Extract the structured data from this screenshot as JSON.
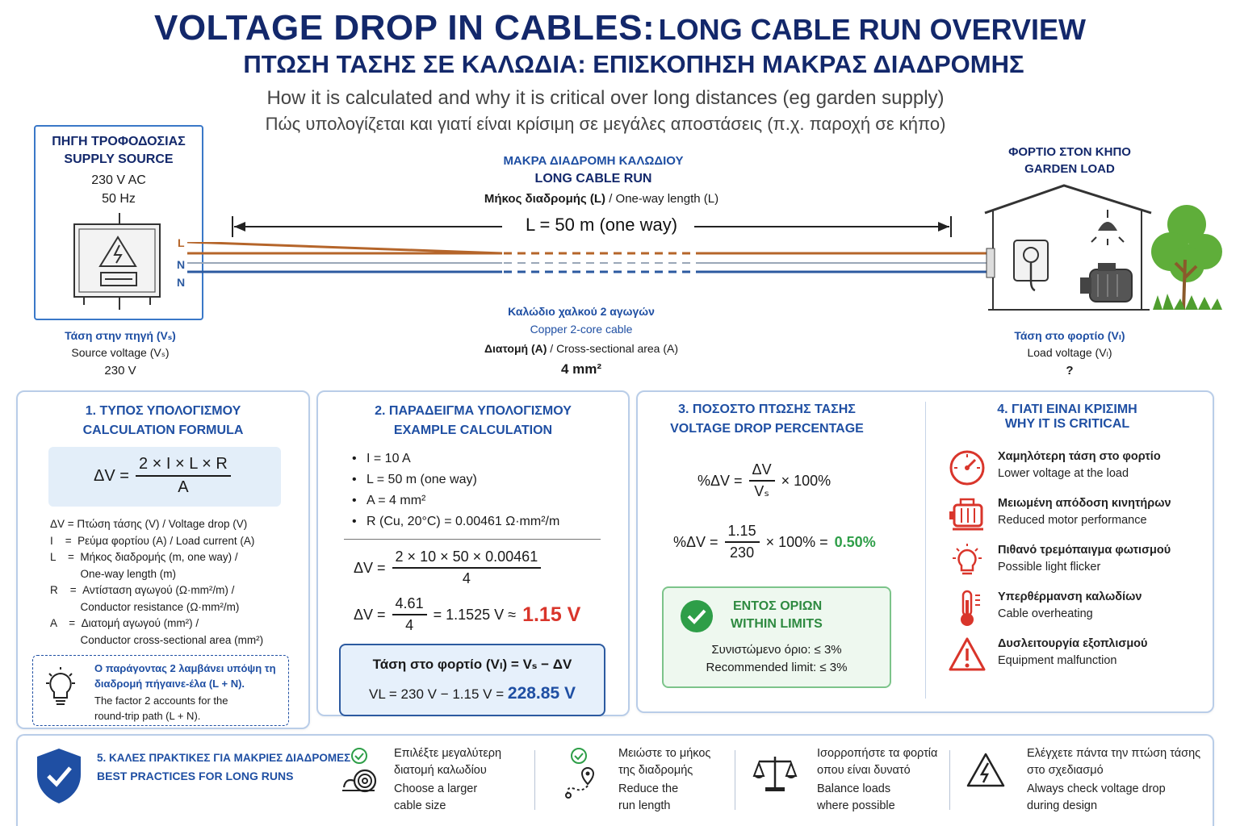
{
  "title": {
    "main": "VOLTAGE DROP IN CABLES:",
    "main_tail": "LONG CABLE RUN OVERVIEW",
    "greek": "ΠΤΩΣΗ ΤΑΣΗΣ ΣΕ ΚΑΛΩΔΙΑ: ΕΠΙΣΚΟΠΗΣΗ ΜΑΚΡΑΣ ΔΙΑΔΡΟΜΗΣ",
    "sub_en": "How it is calculated and why it is critical over long distances (eg garden supply)",
    "sub_gr": "Πώς υπολογίζεται και γιατί είναι κρίσιμη σε μεγάλες αποστάσεις (π.χ. παροχή σε κήπο)"
  },
  "supply": {
    "title_gr": "ΠΗΓΗ ΤΡΟΦΟΔΟΣΙΑΣ",
    "title_en": "SUPPLY SOURCE",
    "voltage": "230 V AC",
    "freq": "50 Hz",
    "line_l": "L",
    "line_n1": "N",
    "line_n2": "N",
    "src_label_gr": "Τάση στην πηγή (Vₛ)",
    "src_label_en": "Source voltage (Vₛ)",
    "src_value": "230 V"
  },
  "cable": {
    "title_gr": "ΜΑΚΡΑ ΔΙΑΔΡΟΜΗ ΚΑΛΩΔΙΟΥ",
    "title_en": "LONG CABLE RUN",
    "length_gr": "Μήκος διαδρομής (L)",
    "length_en": " / One-way length (L)",
    "length_value": "L = 50 m (one way)",
    "type_gr": "Καλώδιο χαλκού 2 αγωγών",
    "type_en": "Copper 2-core cable",
    "area_gr": "Διατομή (A)",
    "area_en": " / Cross-sectional area (A)",
    "area_value": "4 mm²"
  },
  "load": {
    "title_gr": "ΦΟΡΤΙΟ ΣΤΟΝ ΚΗΠΟ",
    "title_en": "GARDEN LOAD",
    "label_gr": "Τάση στο φορτίο (Vₗ)",
    "label_en": "Load voltage (Vₗ)",
    "value": "?"
  },
  "panel1": {
    "title_gr": "1. ΤΥΠΟΣ ΥΠΟΛΟΓΙΣΜΟΥ",
    "title_en": "CALCULATION FORMULA",
    "lhs": "ΔV =",
    "num": "2 × I × L × R",
    "den": "A",
    "defs": [
      "ΔV = Πτώση τάσης (V) / Voltage drop (V)",
      "I    =  Ρεύμα φορτίου (A) / Load current (A)",
      "L    =  Μήκος διαδρομής (m, one way) /",
      "          One-way length (m)",
      "R    =  Αντίσταση αγωγού (Ω·mm²/m) /",
      "          Conductor resistance (Ω·mm²/m)",
      "A    =  Διατομή αγωγού (mm²) /",
      "          Conductor cross-sectional area (mm²)"
    ],
    "note_gr": "Ο παράγοντας 2 λαμβάνει υπόψη τη διαδρομή πήγαινε-έλα (L + N).",
    "note_en": "The factor 2 accounts for the round-trip path (L + N)."
  },
  "panel2": {
    "title_gr": "2. ΠΑΡΑΔΕΙΓΜΑ ΥΠΟΛΟΓΙΣΜΟΥ",
    "title_en": "EXAMPLE CALCULATION",
    "items": [
      "I = 10 A",
      "L = 50 m (one way)",
      "A = 4 mm²",
      "R (Cu, 20°C) = 0.00461 Ω·mm²/m"
    ],
    "lhs": "ΔV =",
    "num1": "2 × 10 × 50 × 0.00461",
    "den1": "4",
    "num2": "4.61",
    "den2": "4",
    "mid2": "= 1.1525 V ≈",
    "result": "1.15 V",
    "box_line1": "Τάση στο φορτίο (Vₗ) = Vₛ − ΔV",
    "box_line2": "VL = 230 V − 1.15 V =",
    "box_result": "228.85 V"
  },
  "panel3": {
    "title_gr": "3. ΠΟΣΟΣΤΟ ΠΤΩΣΗΣ ΤΑΣΗΣ",
    "title_en": "VOLTAGE DROP PERCENTAGE",
    "lhs": "%ΔV =",
    "num1": "ΔV",
    "den1": "Vₛ",
    "tail1": "× 100%",
    "num2": "1.15",
    "den2": "230",
    "tail2": "× 100% =",
    "result": "0.50%",
    "ok_gr": "ΕΝΤΟΣ ΟΡΙΩΝ",
    "ok_en": "WITHIN LIMITS",
    "limit_gr": "Συνιστώμενο όριο: ≤ 3%",
    "limit_en": "Recommended limit: ≤ 3%"
  },
  "panel4": {
    "title_gr": "4. ΓΙΑΤΙ ΕΙΝΑΙ ΚΡΙΣΙΜΗ",
    "title_en": "WHY IT IS CRITICAL",
    "items": [
      {
        "gr": "Χαμηλότερη τάση στο φορτίο",
        "en": "Lower voltage at the load",
        "icon": "gauge-icon"
      },
      {
        "gr": "Μειωμένη απόδοση κινητήρων",
        "en": "Reduced motor performance",
        "icon": "motor-icon"
      },
      {
        "gr": "Πιθανό τρεμόπαιγμα φωτισμού",
        "en": "Possible light flicker",
        "icon": "bulb-icon"
      },
      {
        "gr": "Υπερθέρμανση καλωδίων",
        "en": "Cable overheating",
        "icon": "thermometer-icon"
      },
      {
        "gr": "Δυσλειτουργία εξοπλισμού",
        "en": "Equipment malfunction",
        "icon": "warning-icon"
      }
    ]
  },
  "panel5": {
    "title_gr": "5. ΚΑΛΕΣ ΠΡΑΚΤΙΚΕΣ ΓΙΑ ΜΑΚΡΙΕΣ ΔΙΑΔΡΟΜΕΣ",
    "title_en": "BEST PRACTICES FOR LONG RUNS",
    "items": [
      {
        "gr1": "Επιλέξτε μεγαλύτερη",
        "gr2": "διατομή καλωδίου",
        "en1": "Choose a larger",
        "en2": "cable size"
      },
      {
        "gr1": "Μειώστε το μήκος",
        "gr2": "της διαδρομής",
        "en1": "Reduce the",
        "en2": "run length"
      },
      {
        "gr1": "Ισορροπήστε τα φορτία",
        "gr2": "οπου είναι δυνατό",
        "en1": "Balance loads",
        "en2": "where possible"
      },
      {
        "gr1": "Ελέγχετε πάντα την πτώση τάσης",
        "gr2": "στο σχεδιασμό",
        "en1": "Always check voltage drop",
        "en2": "during design"
      }
    ]
  },
  "colors": {
    "navy": "#13286b",
    "blue": "#1f4fa3",
    "live": "#b5652a",
    "neutral": "#2c5aa0",
    "red": "#d9352b",
    "green": "#2e9e48"
  }
}
